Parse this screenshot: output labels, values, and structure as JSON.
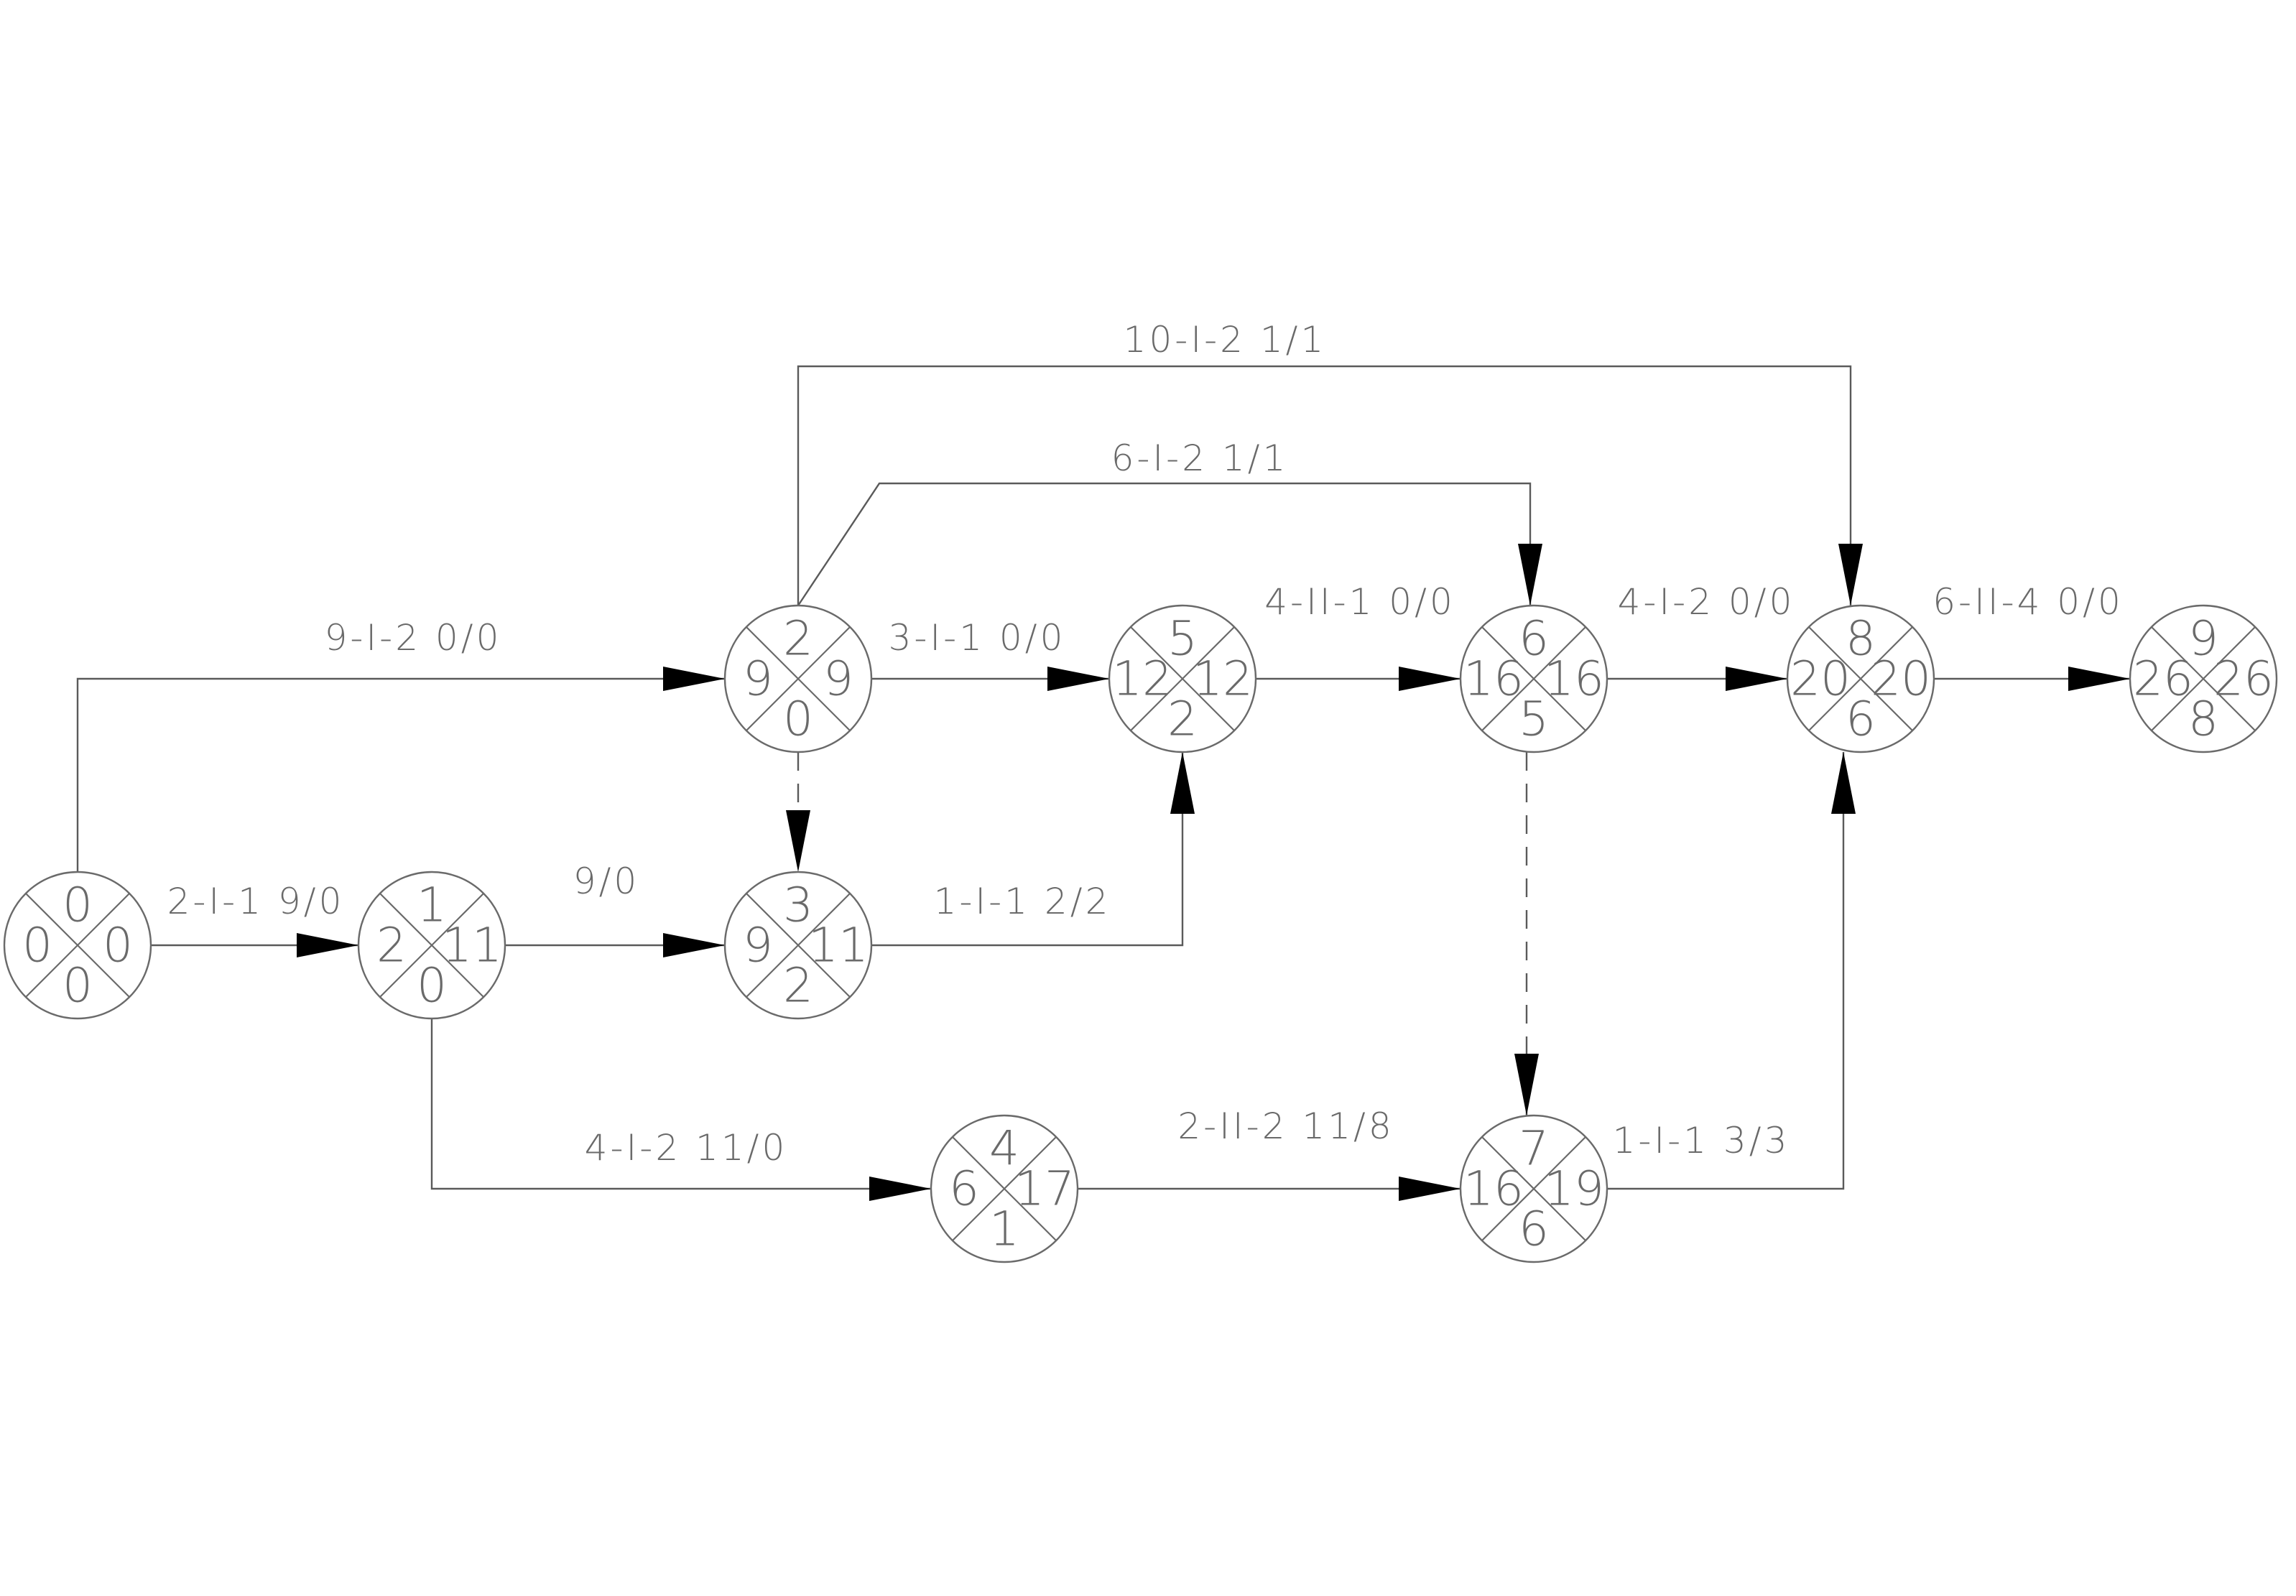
{
  "nodes": [
    {
      "id": "n0",
      "top": "0",
      "left": "0",
      "right": "0",
      "bottom": "0"
    },
    {
      "id": "n1",
      "top": "1",
      "left": "2",
      "right": "11",
      "bottom": "0"
    },
    {
      "id": "n2",
      "top": "2",
      "left": "9",
      "right": "9",
      "bottom": "0"
    },
    {
      "id": "n3",
      "top": "3",
      "left": "9",
      "right": "11",
      "bottom": "2"
    },
    {
      "id": "n4",
      "top": "4",
      "left": "6",
      "right": "17",
      "bottom": "1"
    },
    {
      "id": "n5",
      "top": "5",
      "left": "12",
      "right": "12",
      "bottom": "2"
    },
    {
      "id": "n6",
      "top": "6",
      "left": "16",
      "right": "16",
      "bottom": "5"
    },
    {
      "id": "n7",
      "top": "7",
      "left": "16",
      "right": "19",
      "bottom": "6"
    },
    {
      "id": "n8",
      "top": "8",
      "left": "20",
      "right": "20",
      "bottom": "6"
    },
    {
      "id": "n9",
      "top": "9",
      "left": "26",
      "right": "26",
      "bottom": "8"
    }
  ],
  "edges": [
    {
      "id": "e-0-2",
      "label": "9-I-2  0/0"
    },
    {
      "id": "e-0-1",
      "label": "2-I-1  9/0"
    },
    {
      "id": "e-1-3",
      "label": "9/0"
    },
    {
      "id": "e-1-4",
      "label": "4-I-2  11/0"
    },
    {
      "id": "e-2-5",
      "label": "3-I-1  0/0"
    },
    {
      "id": "e-2-3",
      "label": ""
    },
    {
      "id": "e-2-8",
      "label": "10-I-2  1/1"
    },
    {
      "id": "e-2-6",
      "label": "6-I-2  1/1"
    },
    {
      "id": "e-3-5",
      "label": "1-I-1  2/2"
    },
    {
      "id": "e-5-6",
      "label": "4-II-1  0/0"
    },
    {
      "id": "e-6-8",
      "label": "4-I-2  0/0"
    },
    {
      "id": "e-6-7",
      "label": ""
    },
    {
      "id": "e-4-7",
      "label": "2-II-2  11/8"
    },
    {
      "id": "e-7-8",
      "label": "1-I-1  3/3"
    },
    {
      "id": "e-8-9",
      "label": "6-II-4  0/0"
    }
  ],
  "colors": {
    "line": "#5a5a5a",
    "text": "#6a6a6a",
    "arrow": "#000000",
    "background": "#ffffff"
  }
}
